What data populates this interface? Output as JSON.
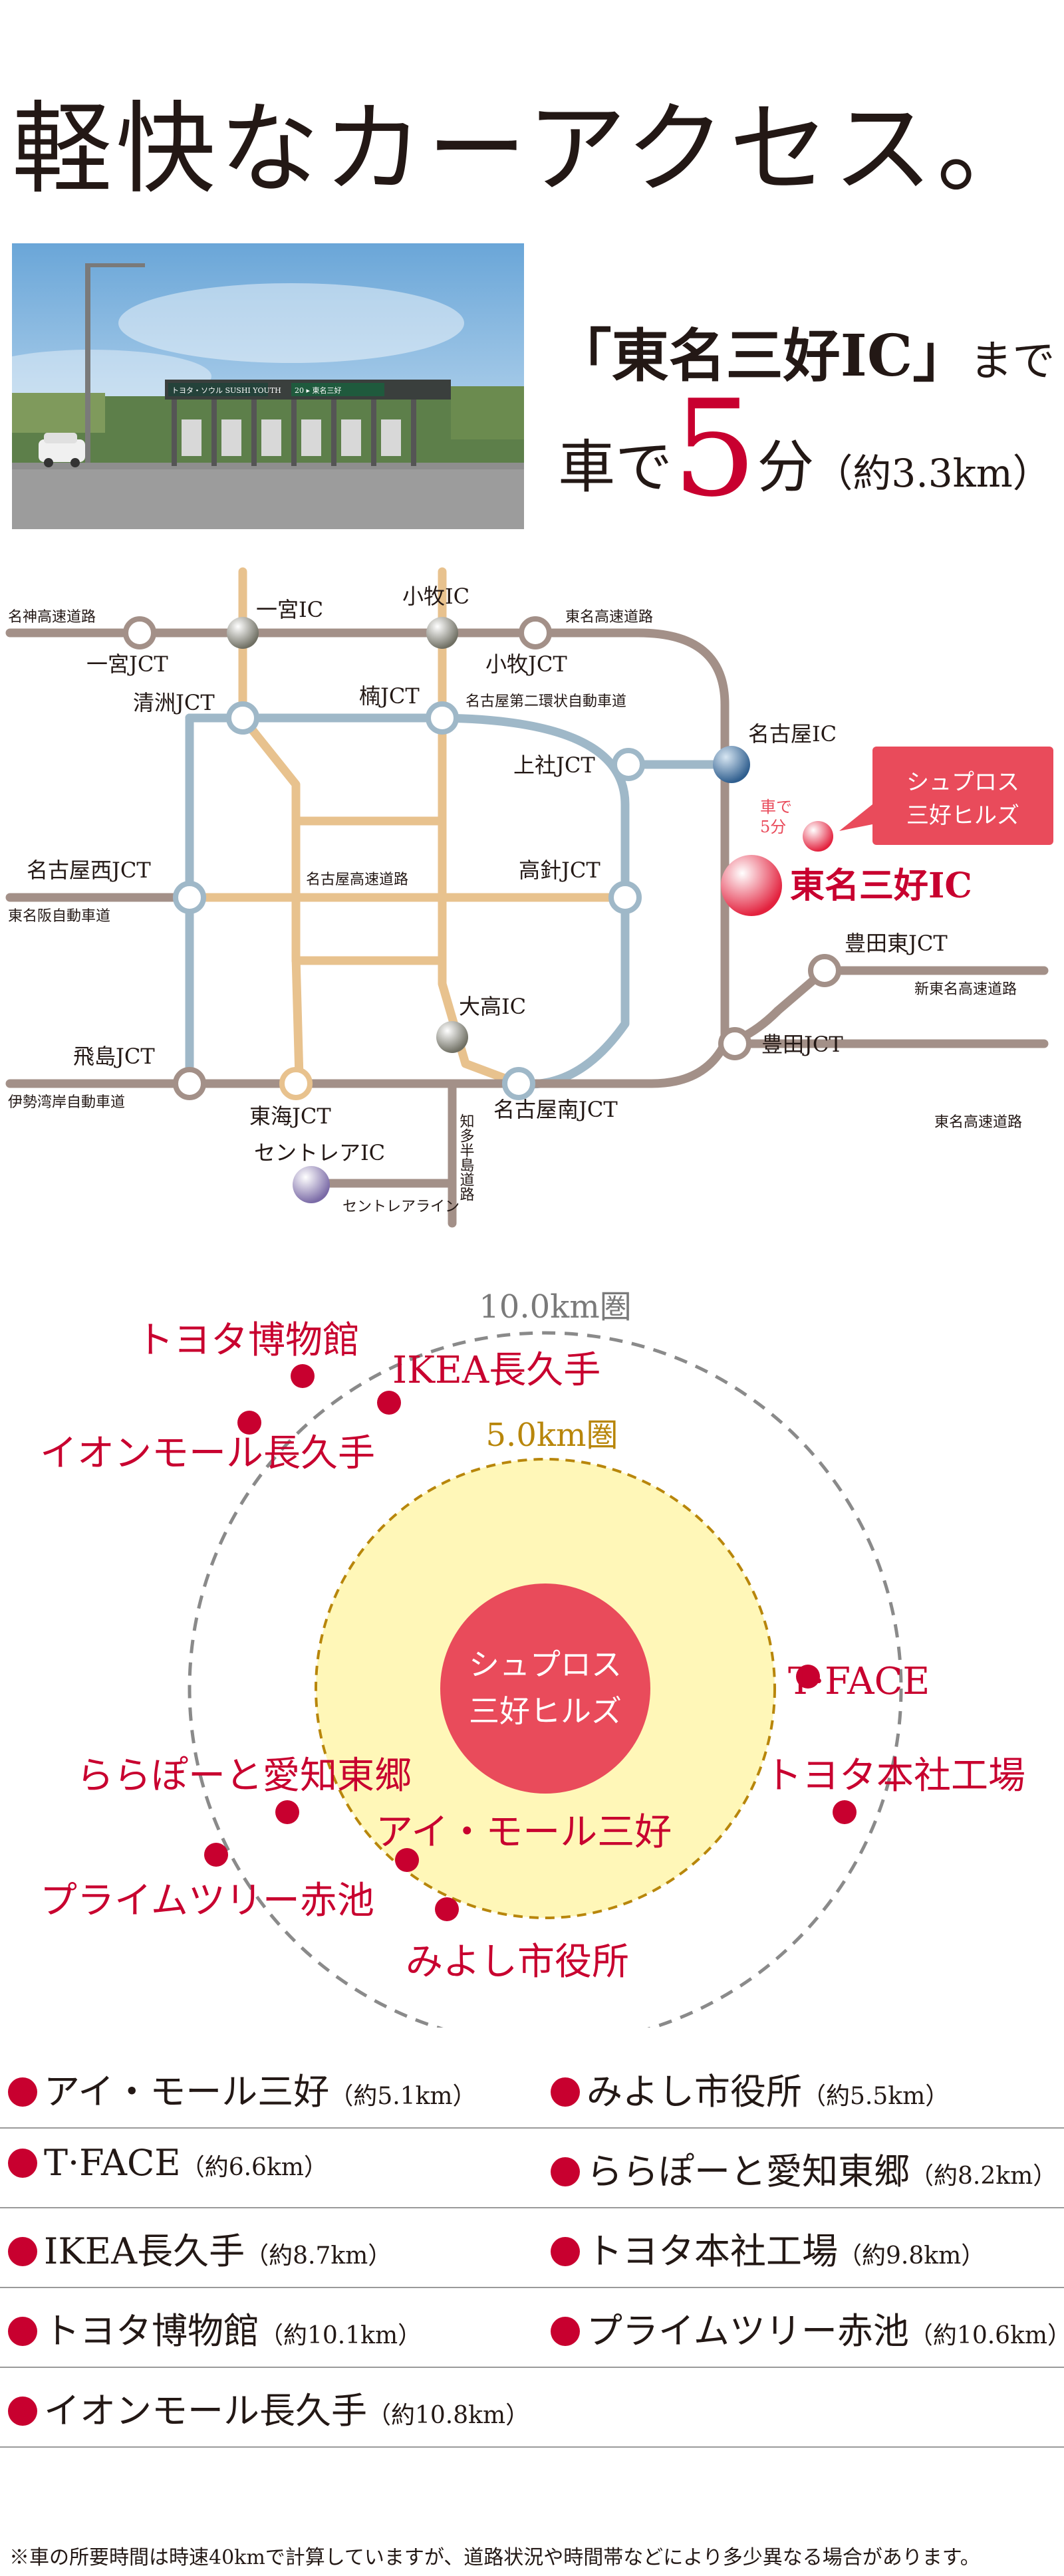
{
  "page": {
    "title": "軽快なカーアクセス。"
  },
  "ic_info": {
    "name_quote": "「東名三好IC」",
    "made": "まで",
    "by_car": "車で",
    "minutes": "5",
    "minutes_unit": "分",
    "distance": "（約3.3km）"
  },
  "photo": {
    "sign_label_1": "トヨタ・ソウル SUSHI YOUTH",
    "sign_label_2": "20 ▸ 東名三好"
  },
  "map": {
    "labels": {
      "meishin": "名神高速道路",
      "ichinomiya_jct": "一宮JCT",
      "ichinomiya_ic": "一宮IC",
      "komaki_ic": "小牧IC",
      "tomei_top": "東名高速道路",
      "komaki_jct": "小牧JCT",
      "kiyosu_jct": "清洲JCT",
      "kusunoki_jct": "楠JCT",
      "ring_road": "名古屋第二環状自動車道",
      "nagoya_ic": "名古屋IC",
      "kamiyashiro_jct": "上社JCT",
      "nagoya_west_jct": "名古屋西JCT",
      "higashi_meihan": "東名阪自動車道",
      "nagoya_expressway": "名古屋高速道路",
      "takabari_jct": "高針JCT",
      "toyota_east_jct": "豊田東JCT",
      "shin_tomei": "新東名高速道路",
      "odaka_ic": "大高IC",
      "toyota_jct": "豊田JCT",
      "tobishima_jct": "飛島JCT",
      "isewan": "伊勢湾岸自動車道",
      "tokai_jct": "東海JCT",
      "nagoya_south_jct": "名古屋南JCT",
      "tomei_bottom": "東名高速道路",
      "chita": "知多半島道路",
      "centrair_ic": "セントレアIC",
      "centrair_line": "セントレアライン",
      "by_car_small": "車で",
      "five_min_small": "5分",
      "tomei_miyoshi_ic": "東名三好IC",
      "callout_1": "シュプロス",
      "callout_2": "三好ヒルズ"
    }
  },
  "radius": {
    "outer_label": "10.0km圏",
    "inner_label": "5.0km圏",
    "center_1": "シュプロス",
    "center_2": "三好ヒルズ",
    "spots": {
      "toyota_museum": "トヨタ博物館",
      "ikea": "IKEA長久手",
      "aeon": "イオンモール長久手",
      "tface": "T·FACE",
      "toyota_plant": "トヨタ本社工場",
      "lalaport": "ららぽーと愛知東郷",
      "imall": "アイ・モール三好",
      "prime_tree": "プライムツリー赤池",
      "city_hall": "みよし市役所"
    }
  },
  "facilities": [
    {
      "name": "アイ・モール三好",
      "dist": "（約5.1km）"
    },
    {
      "name": "みよし市役所",
      "dist": "（約5.5km）"
    },
    {
      "name": "T·FACE",
      "dist": "（約6.6km）"
    },
    {
      "name": "ららぽーと愛知東郷",
      "dist": "（約8.2km）"
    },
    {
      "name": "IKEA長久手",
      "dist": "（約8.7km）"
    },
    {
      "name": "トヨタ本社工場",
      "dist": "（約9.8km）"
    },
    {
      "name": "トヨタ博物館",
      "dist": "（約10.1km）"
    },
    {
      "name": "プライムツリー赤池",
      "dist": "（約10.6km）"
    },
    {
      "name": "イオンモール長久手",
      "dist": "（約10.8km）"
    }
  ],
  "note": "※車の所要時間は時速40kmで計算していますが、道路状況や時間帯などにより多少異なる場合があります。",
  "colors": {
    "accent": "#c8002f",
    "tomei": "#a39088",
    "ring": "#9fb8c8",
    "nagoya_exp": "#e8c28e"
  }
}
